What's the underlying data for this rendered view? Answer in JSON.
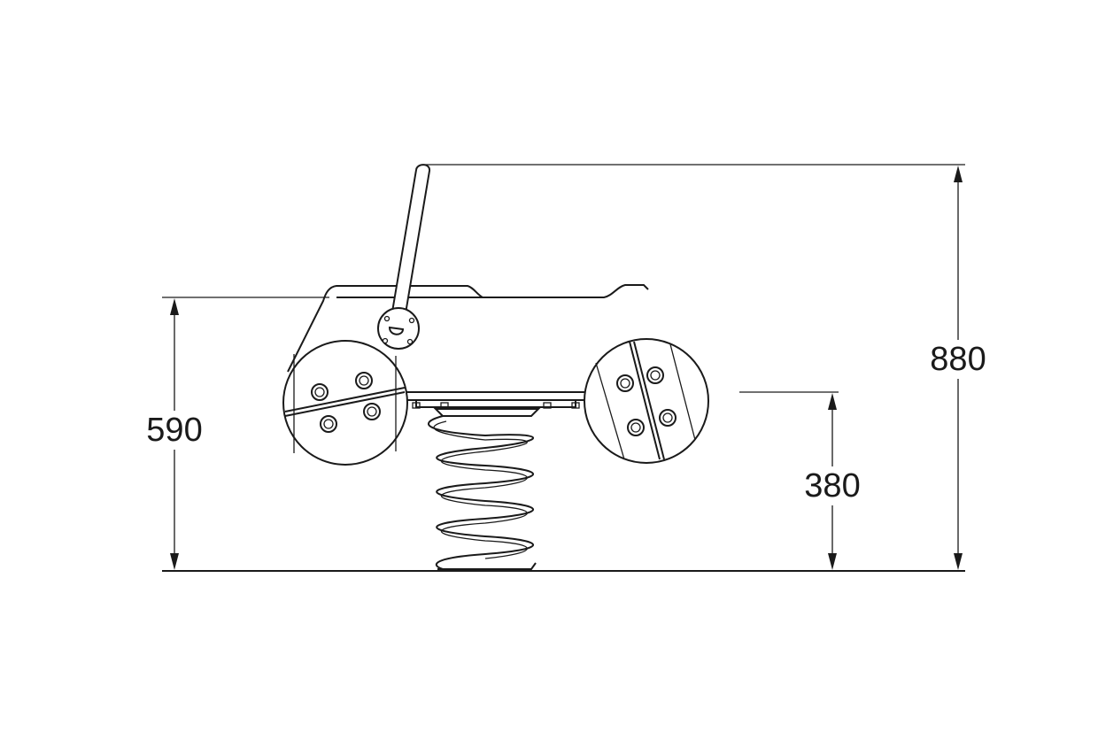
{
  "dimensions": {
    "overall_height": "880",
    "seat_height": "590",
    "footrest_height": "380"
  },
  "colors": {
    "line": "#1a1a1a",
    "background": "#ffffff"
  }
}
